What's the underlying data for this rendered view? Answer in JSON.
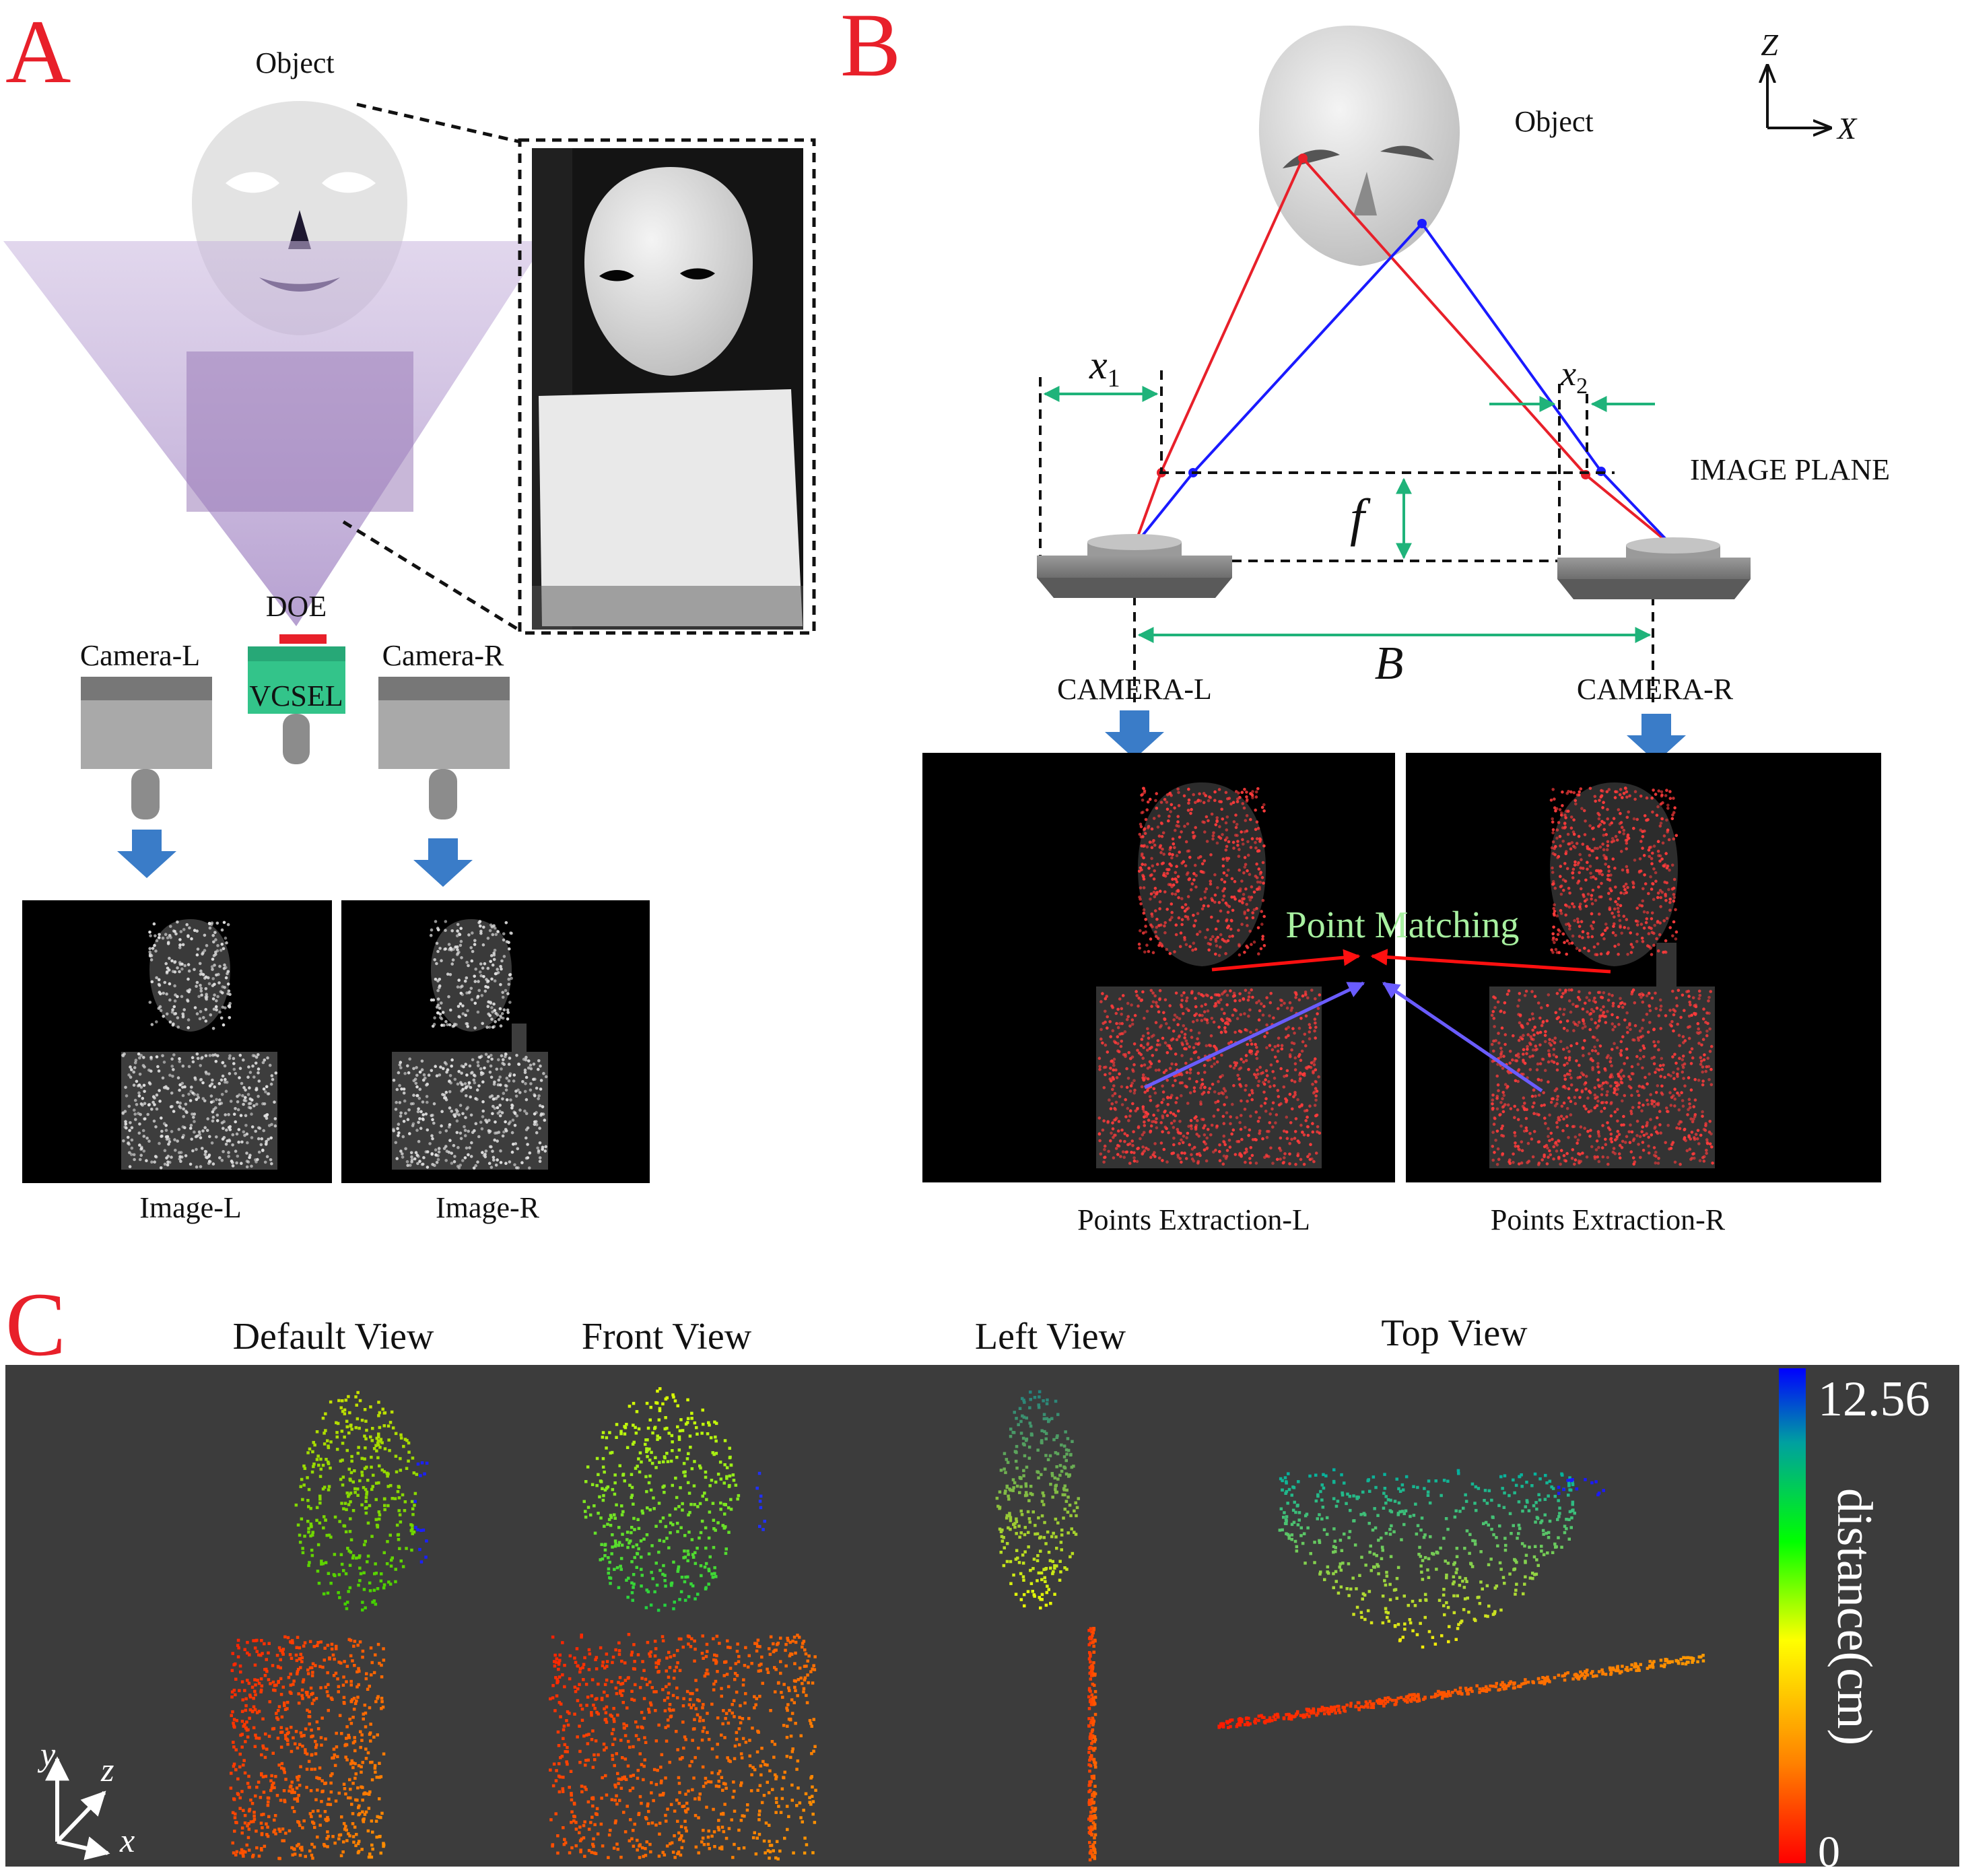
{
  "panel_a": {
    "letter": "A",
    "object_label": "Object",
    "doe_label": "DOE",
    "vcsel_label": "VCSEL",
    "camera_left_label": "Camera-L",
    "camera_right_label": "Camera-R",
    "image_left_label": "Image-L",
    "image_right_label": "Image-R"
  },
  "panel_b": {
    "letter": "B",
    "object_label": "Object",
    "axis_z": "Z",
    "axis_x": "X",
    "x1_label": "x",
    "x1_sub": "1",
    "x2_label": "x",
    "x2_sub": "2",
    "focal_label": "f",
    "baseline_label": "B",
    "image_plane_label": "IMAGE PLANE",
    "camera_left_label": "CAMERA-L",
    "camera_right_label": "CAMERA-R",
    "point_matching_label": "Point  Matching",
    "extraction_left_label": "Points Extraction-L",
    "extraction_right_label": "Points Extraction-R"
  },
  "panel_c": {
    "letter": "C",
    "views": [
      "Default View",
      "Front View",
      "Left View",
      "Top View"
    ],
    "axis_y": "y",
    "axis_z": "z",
    "axis_x": "x",
    "colorbar": {
      "max_label": "12.56",
      "min_label": "0",
      "title": "distance(cm)",
      "colors": [
        "#ff0000",
        "#ff8000",
        "#ffff00",
        "#00ff00",
        "#00c0a0",
        "#0000ff"
      ]
    }
  },
  "colors": {
    "panel_letter": "#e8202a",
    "red_ray": "#e8202a",
    "blue_ray": "#1a1aff",
    "green_arrow": "#1fb37a",
    "flow_arrow": "#3a7cc8",
    "vcsel": "#33c48a",
    "doe": "#e8202a",
    "beam": "#a98fc8",
    "point_cloud_bg": "#3c3c3c"
  }
}
